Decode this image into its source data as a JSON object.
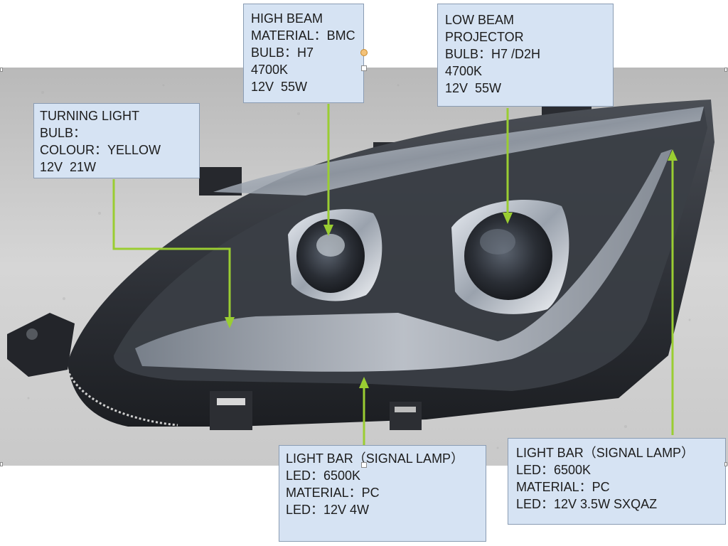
{
  "colors": {
    "callout_fill": "#d6e3f3",
    "leader_line": "#9acd32",
    "photo_background": "#d3d3d3",
    "housing": "#2e3136"
  },
  "callouts": {
    "turning_light": {
      "lines": [
        "TURNING LIGHT",
        "BULB：",
        "COLOUR：YELLOW",
        "12V  21W"
      ]
    },
    "high_beam": {
      "lines": [
        "HIGH BEAM",
        "MATERIAL：BMC",
        "BULB：H7",
        "4700K",
        "12V  55W"
      ]
    },
    "low_beam": {
      "lines": [
        "LOW BEAM",
        "PROJECTOR",
        "BULB：H7 /D2H",
        "4700K",
        "12V  55W"
      ]
    },
    "light_bar_bottom": {
      "lines": [
        "LIGHT BAR（SIGNAL LAMP）",
        "",
        "LED：6500K",
        "MATERIAL：PC",
        "LED：12V 4W"
      ]
    },
    "light_bar_right": {
      "lines": [
        "LIGHT BAR（SIGNAL LAMP）",
        "LED：6500K",
        "MATERIAL：PC",
        "LED：12V 3.5W SXQAZ"
      ]
    }
  }
}
